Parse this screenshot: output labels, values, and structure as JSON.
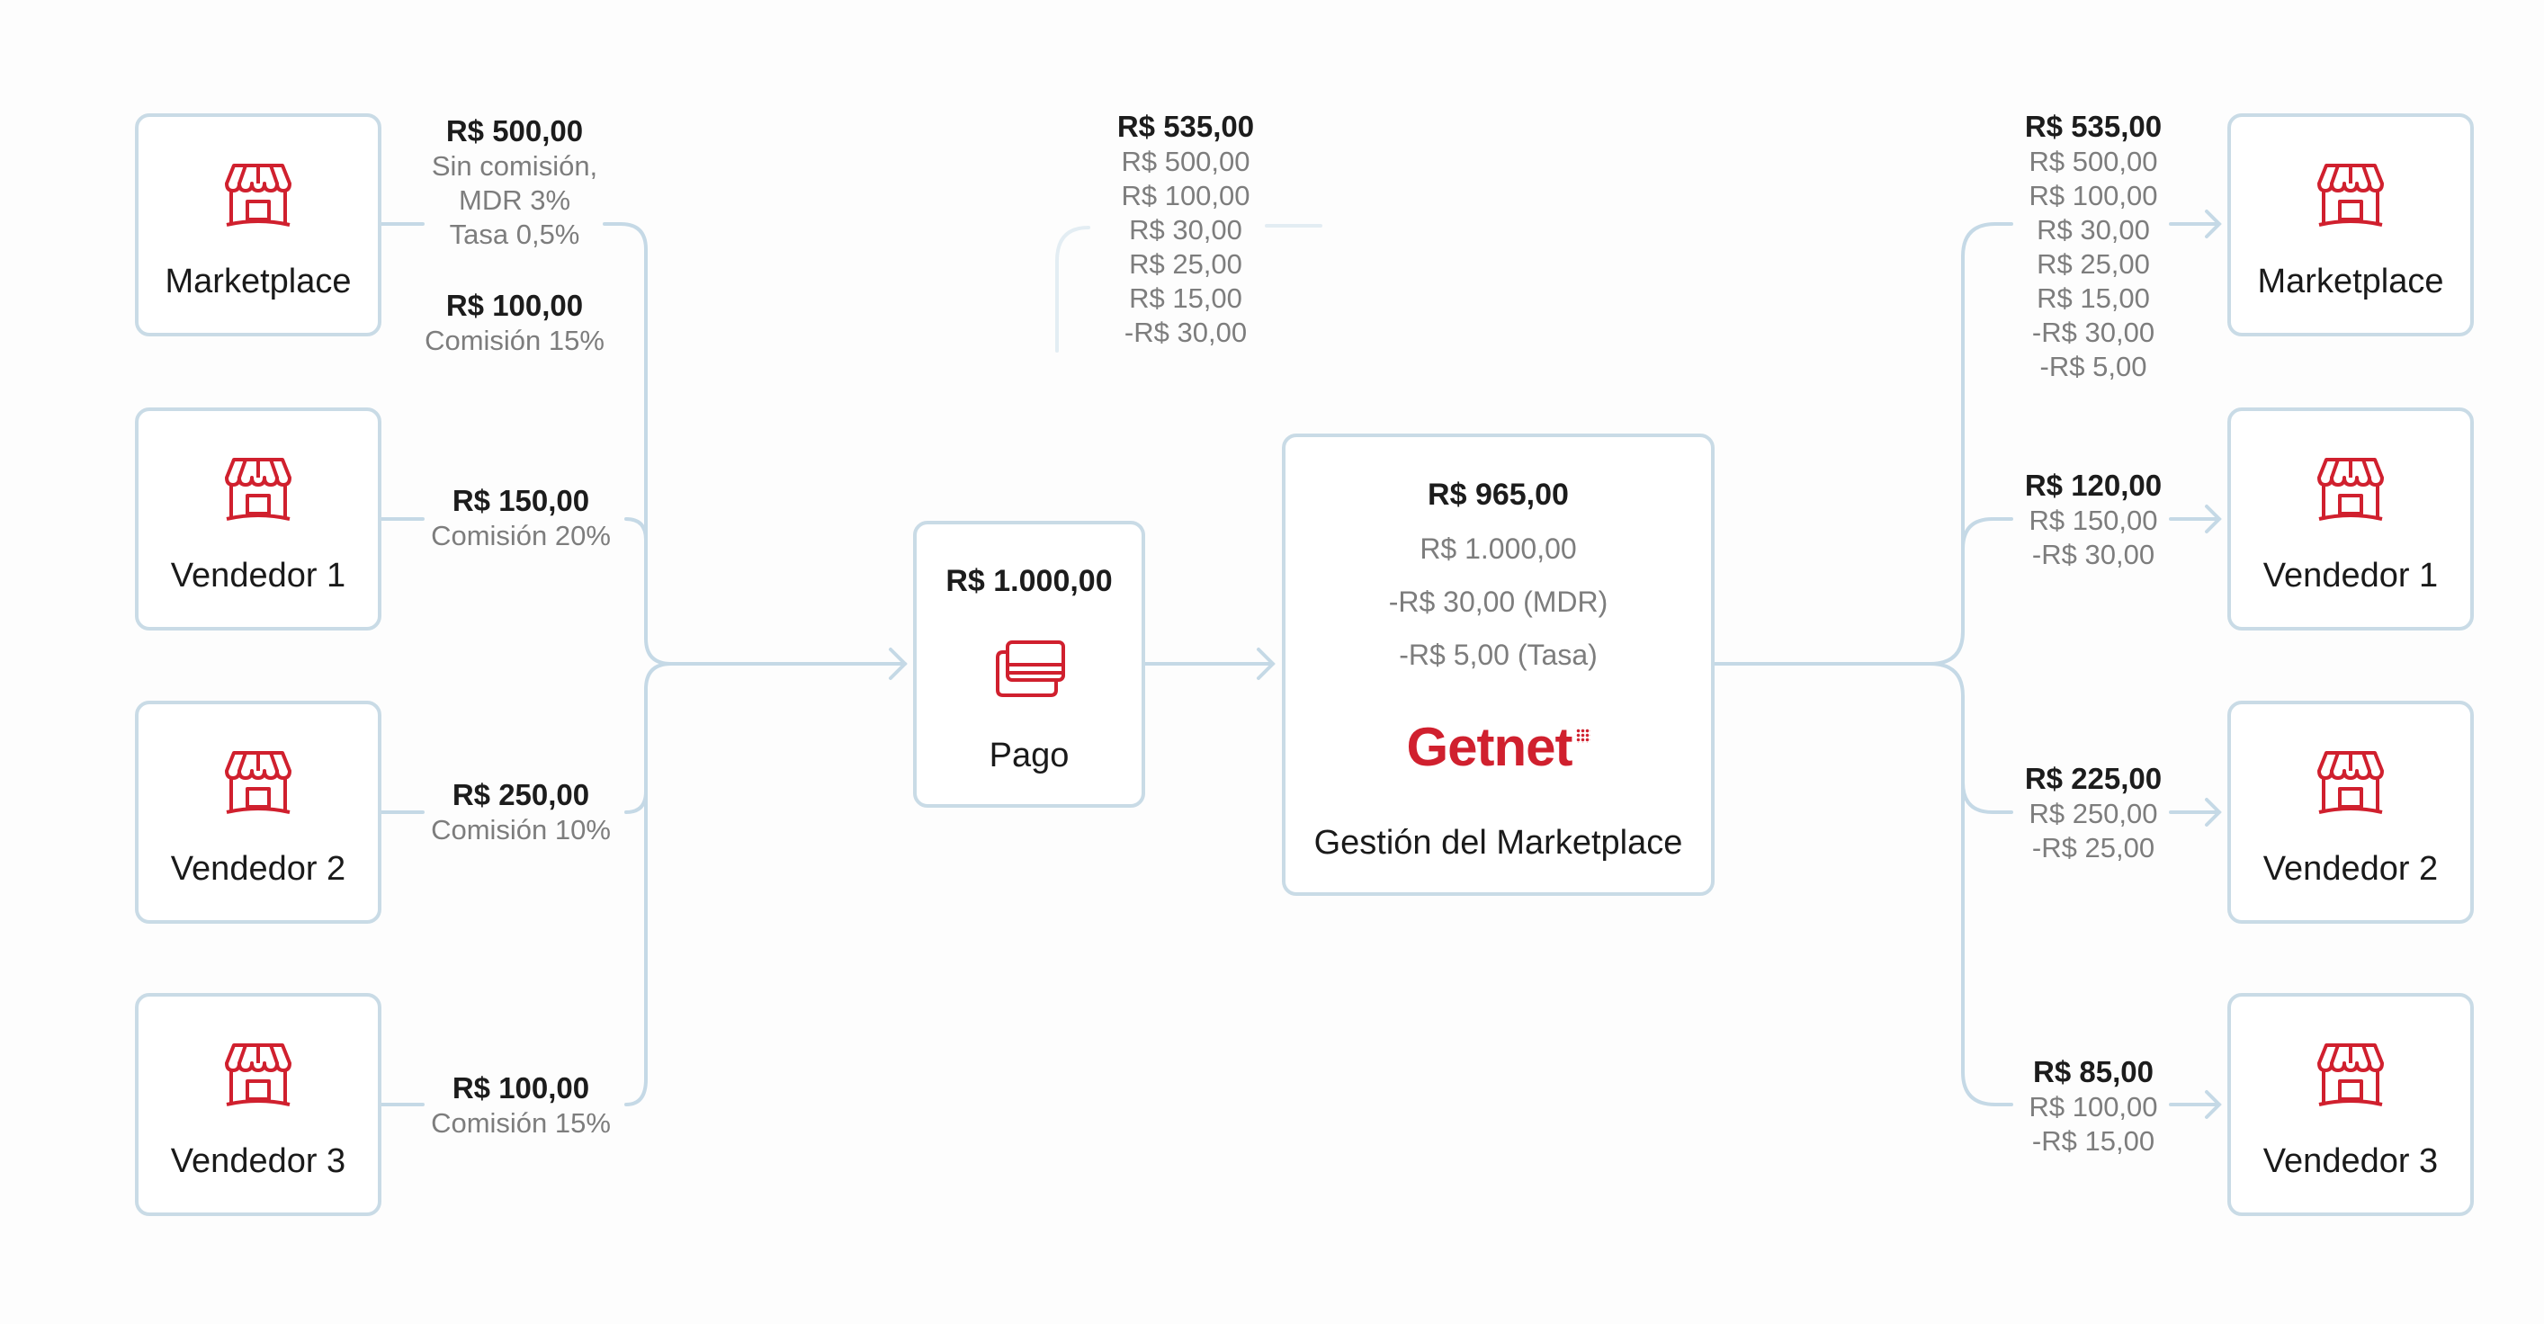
{
  "colors": {
    "accent": "#d0202e",
    "line": "#c5d9e6",
    "border": "#c9dbe6"
  },
  "left_nodes": [
    {
      "label": "Marketplace",
      "icon": "store-icon"
    },
    {
      "label": "Vendedor 1",
      "icon": "store-icon"
    },
    {
      "label": "Vendedor 2",
      "icon": "store-icon"
    },
    {
      "label": "Vendedor 3",
      "icon": "store-icon"
    }
  ],
  "left_labels": [
    {
      "lines": [
        {
          "text": "R$ 500,00",
          "bold": true
        },
        {
          "text": "Sin comisión,"
        },
        {
          "text": "MDR 3%"
        },
        {
          "text": "Tasa 0,5%"
        }
      ]
    },
    {
      "lines": [
        {
          "text": "R$ 100,00",
          "bold": true
        },
        {
          "text": "Comisión 15%"
        }
      ]
    },
    {
      "lines": [
        {
          "text": "R$ 150,00",
          "bold": true
        },
        {
          "text": "Comisión 20%"
        }
      ]
    },
    {
      "lines": [
        {
          "text": "R$ 250,00",
          "bold": true
        },
        {
          "text": "Comisión 10%"
        }
      ]
    },
    {
      "lines": [
        {
          "text": "R$ 100,00",
          "bold": true
        },
        {
          "text": "Comisión 15%"
        }
      ]
    }
  ],
  "top_faded": {
    "lines": [
      {
        "text": "R$ 535,00",
        "bold": true
      },
      {
        "text": "R$ 500,00"
      },
      {
        "text": "R$ 100,00"
      },
      {
        "text": "R$ 30,00"
      },
      {
        "text": "R$ 25,00"
      },
      {
        "text": "R$ 15,00"
      },
      {
        "text": "-R$ 30,00"
      }
    ]
  },
  "payment": {
    "amount": "R$ 1.000,00",
    "label": "Pago",
    "icon": "credit-cards-icon"
  },
  "getnet": {
    "total": "R$ 965,00",
    "gross": "R$ 1.000,00",
    "mdr": "-R$ 30,00 (MDR)",
    "tasa": "-R$ 5,00 (Tasa)",
    "logo": "Getnet",
    "label": "Gestión del Marketplace"
  },
  "right_labels": [
    {
      "lines": [
        {
          "text": "R$ 535,00",
          "bold": true
        },
        {
          "text": "R$ 500,00"
        },
        {
          "text": "R$ 100,00"
        },
        {
          "text": "R$ 30,00"
        },
        {
          "text": "R$ 25,00"
        },
        {
          "text": "R$ 15,00"
        },
        {
          "text": "-R$ 30,00"
        },
        {
          "text": "-R$ 5,00"
        }
      ]
    },
    {
      "lines": [
        {
          "text": "R$ 120,00",
          "bold": true
        },
        {
          "text": "R$ 150,00"
        },
        {
          "text": "-R$ 30,00"
        }
      ]
    },
    {
      "lines": [
        {
          "text": "R$ 225,00",
          "bold": true
        },
        {
          "text": "R$ 250,00"
        },
        {
          "text": "-R$ 25,00"
        }
      ]
    },
    {
      "lines": [
        {
          "text": "R$ 85,00",
          "bold": true
        },
        {
          "text": "R$ 100,00"
        },
        {
          "text": "-R$ 15,00"
        }
      ]
    }
  ],
  "right_nodes": [
    {
      "label": "Marketplace",
      "icon": "store-icon"
    },
    {
      "label": "Vendedor 1",
      "icon": "store-icon"
    },
    {
      "label": "Vendedor 2",
      "icon": "store-icon"
    },
    {
      "label": "Vendedor 3",
      "icon": "store-icon"
    }
  ]
}
